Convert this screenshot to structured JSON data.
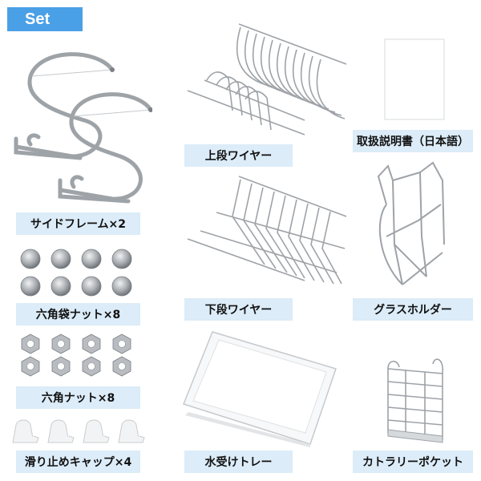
{
  "badge": {
    "text": "Set"
  },
  "items": [
    {
      "label": "サイドフレーム×2"
    },
    {
      "label": "上段ワイヤー"
    },
    {
      "label": "取扱説明書（日本語）"
    },
    {
      "label": "六角袋ナット×8"
    },
    {
      "label": "下段ワイヤー"
    },
    {
      "label": "グラスホルダー"
    },
    {
      "label": "六角ナット×8"
    },
    {
      "label": "水受けトレー"
    },
    {
      "label": "滑り止めキャップ×4"
    },
    {
      "label": "カトラリーポケット"
    }
  ],
  "colors": {
    "badge": "#4aa0e6",
    "label_bg": "#dcecf8",
    "metal": "#9ea3a8"
  }
}
